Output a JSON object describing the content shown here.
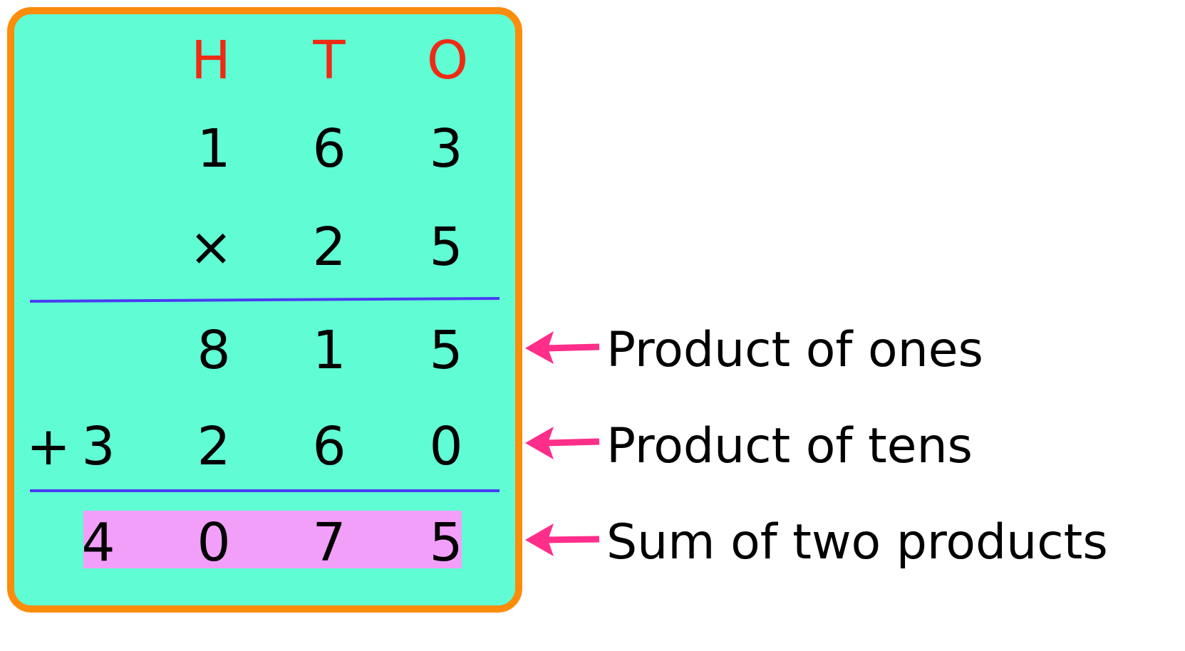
{
  "place_value_headers": [
    "H",
    "T",
    "O"
  ],
  "multiplicand": [
    "1",
    "6",
    "3"
  ],
  "multiplier": {
    "operator": "×",
    "digits": [
      "2",
      "5"
    ]
  },
  "product_ones": [
    "8",
    "1",
    "5"
  ],
  "product_tens": {
    "operator": "+",
    "digits": [
      "3",
      "2",
      "6",
      "0"
    ]
  },
  "sum": [
    "4",
    "0",
    "7",
    "5"
  ],
  "annotations": {
    "ones": "Product of ones",
    "tens": "Product of tens",
    "sum": "Sum of two products"
  },
  "colors": {
    "panel_fill": "#60fcd4",
    "panel_border": "#fd8c0b",
    "header_text": "#ee2b13",
    "rule_line": "#4a3cf2",
    "sum_highlight": "#f29ffa",
    "arrow": "#fe2e8a"
  }
}
